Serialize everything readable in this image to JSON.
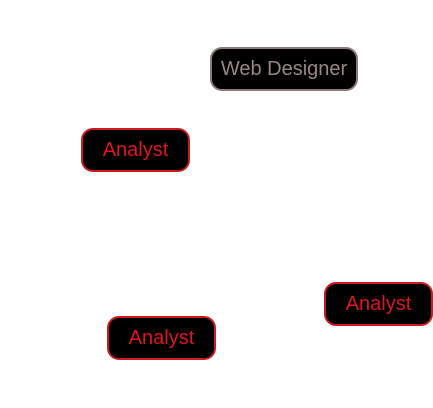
{
  "colors": {
    "background": "#ffffff",
    "chip_background": "#000000",
    "analyst_border": "#cc1a1f",
    "analyst_text": "#e0141c",
    "web_border": "#8f7a7a",
    "web_text": "#9a8585"
  },
  "chips": [
    {
      "label": "Web Designer"
    },
    {
      "label": "Analyst"
    },
    {
      "label": "Analyst"
    },
    {
      "label": "Analyst"
    }
  ]
}
